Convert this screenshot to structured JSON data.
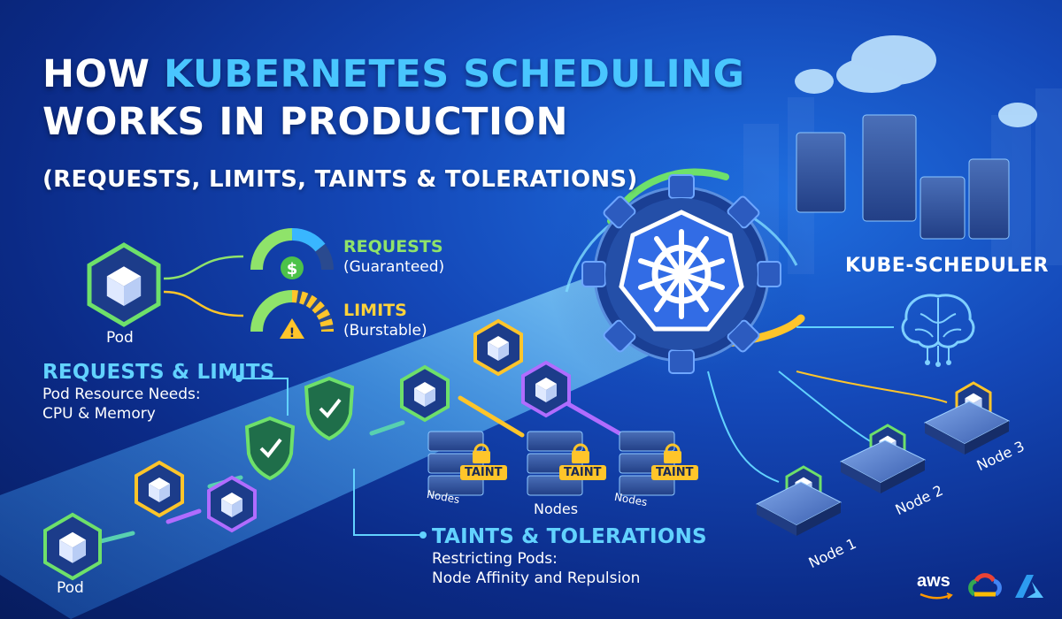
{
  "title": {
    "line1_prefix": "HOW ",
    "line1_accent": "KUBERNETES SCHEDULING",
    "line2": "WORKS IN PRODUCTION",
    "subtitle": "(REQUESTS, LIMITS, TAINTS & TOLERATIONS)"
  },
  "pod_top": {
    "label": "Pod"
  },
  "pod_bottom": {
    "label": "Pod"
  },
  "requests": {
    "label": "REQUESTS",
    "sub": "(Guaranteed)"
  },
  "limits": {
    "label": "LIMITS",
    "sub": "(Burstable)"
  },
  "requests_limits": {
    "heading": "REQUESTS & LIMITS",
    "line1": "Pod Resource Needs:",
    "line2": "CPU & Memory"
  },
  "taints": {
    "heading": "TAINTS & TOLERATIONS",
    "line1": "Restricting Pods:",
    "line2": "Node Affinity and Repulsion"
  },
  "taint_badge": "TAINT",
  "node_groups": [
    "Nodes",
    "Nodes",
    "Nodes"
  ],
  "scheduler": {
    "label": "KUBE-SCHEDULER"
  },
  "nodes": [
    "Node 1",
    "Node 2",
    "Node 3"
  ],
  "providers": {
    "aws": "aws",
    "gcp_icon": "google-cloud-icon",
    "azure_icon": "azure-icon"
  },
  "colors": {
    "accent_blue": "#49c6ff",
    "green": "#8fe36a",
    "yellow": "#ffd23a",
    "purple": "#b06cff",
    "background": "#0b2a86"
  }
}
